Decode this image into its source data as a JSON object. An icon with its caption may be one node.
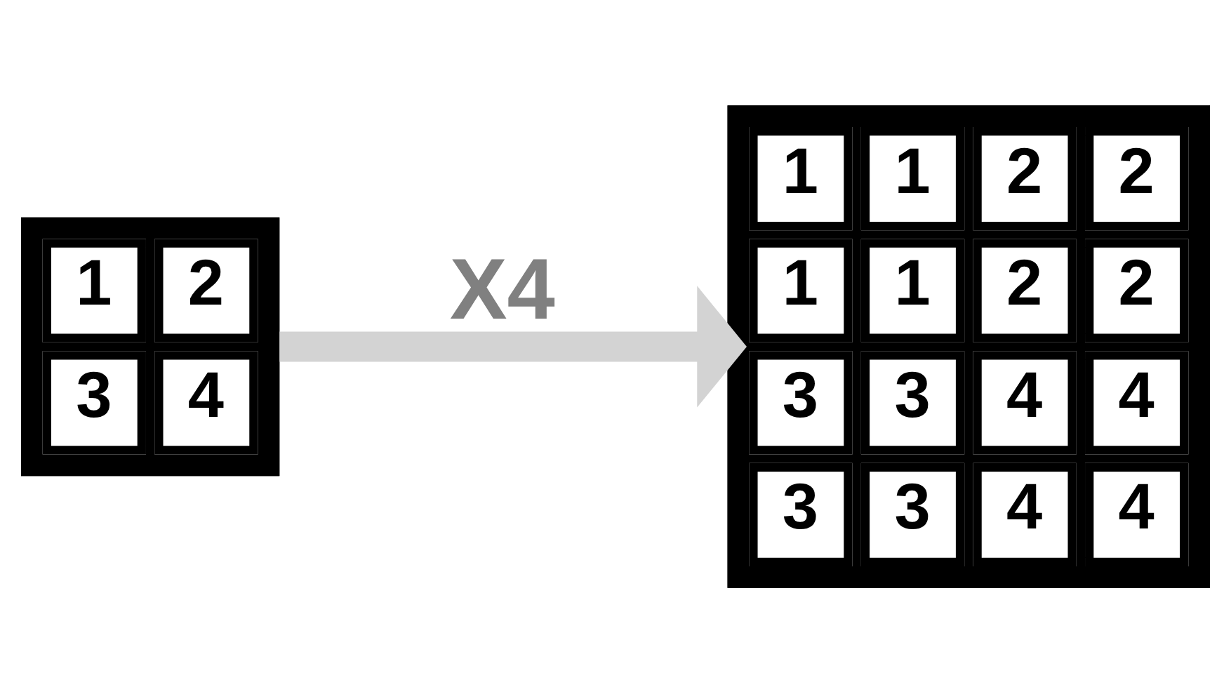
{
  "diagram": {
    "nodes": [
      {
        "text": [
          "1",
          "2",
          "3",
          "4"
        ]
      },
      {
        "text": [
          "1",
          "1",
          "2",
          "2",
          "1",
          "1",
          "2",
          "2",
          "3",
          "3",
          "4",
          "4",
          "3",
          "3",
          "4",
          "4"
        ]
      }
    ],
    "edges": [
      {
        "from": 0,
        "to": 1,
        "arrow": "to",
        "label": "X4",
        "color": "#d3d3d3"
      }
    ]
  }
}
